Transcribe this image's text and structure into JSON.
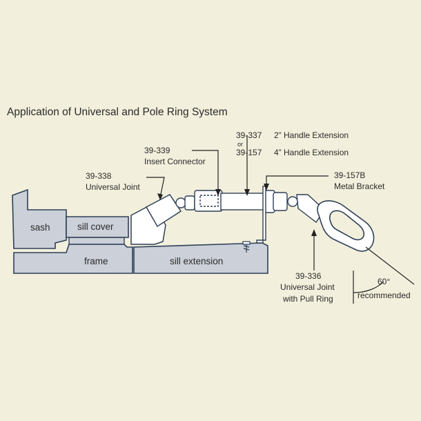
{
  "title": "Application of Universal and Pole Ring System",
  "parts": {
    "sash": "sash",
    "sill_cover": "sill cover",
    "frame": "frame",
    "sill_extension": "sill extension"
  },
  "callouts": {
    "c_39_338": {
      "number": "39-338",
      "name": "Universal Joint"
    },
    "c_39_339": {
      "number": "39-339",
      "name": "Insert Connector"
    },
    "c_39_337": {
      "number": "39-337",
      "name": "2” Handle Extension"
    },
    "or": "or",
    "c_39_157": {
      "number": "39-157",
      "name": "4” Handle Extension"
    },
    "c_39_157b": {
      "number": "39-157B",
      "name": "Metal Bracket"
    },
    "c_39_336": {
      "number": "39-336",
      "line2": "Universal Joint",
      "line3": "with Pull Ring"
    },
    "angle": {
      "value": "60°",
      "note": "recommended"
    }
  },
  "colors": {
    "background": "#f2efdc",
    "structure_fill": "#cbd0d9",
    "outline": "#2e3f57",
    "hardware_fill": "#ffffff",
    "leader": "#222222"
  }
}
